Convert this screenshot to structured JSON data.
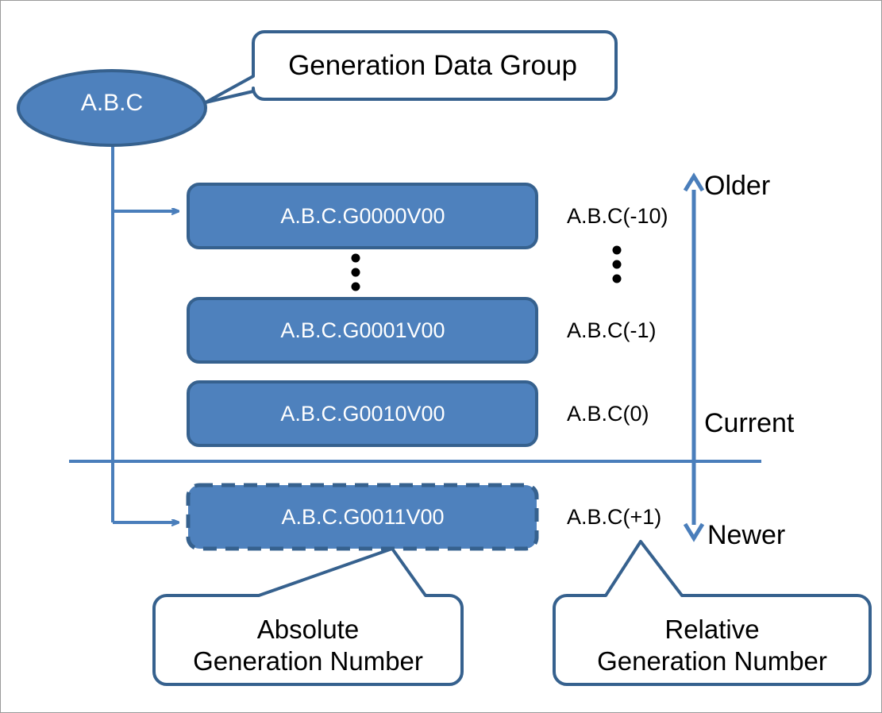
{
  "diagram": {
    "title": "Generation Data Group",
    "background_color": "#ffffff",
    "frame_border_color": "#9a9a9a",
    "shape_fill_color": "#4E81BD",
    "shape_border_color": "#36618E",
    "connector_color": "#4A7EBB",
    "callout_border_color": "#36618E",
    "text_on_shape_color": "#ffffff",
    "text_color": "#000000"
  },
  "root": {
    "shape": "ellipse",
    "label": "A.B.C"
  },
  "root_callout": {
    "label": "Generation Data Group"
  },
  "generations": [
    {
      "absolute": "A.B.C.G0000V00",
      "relative": "A.B.C(-10)",
      "style": "solid",
      "ellipsis_below": true
    },
    {
      "absolute": "A.B.C.G0001V00",
      "relative": "A.B.C(-1)",
      "style": "solid",
      "ellipsis_below": false
    },
    {
      "absolute": "A.B.C.G0010V00",
      "relative": "A.B.C(0)",
      "style": "solid",
      "ellipsis_below": false
    },
    {
      "absolute": "A.B.C.G0011V00",
      "relative": "A.B.C(+1)",
      "style": "dashed",
      "ellipsis_below": false
    }
  ],
  "ellipsis_glyph": "⋮",
  "time_axis": {
    "top_label": "Older",
    "middle_label": "Current",
    "bottom_label": "Newer",
    "direction": "bidirectional"
  },
  "bottom_callouts": [
    {
      "line1": "Absolute",
      "line2": "Generation Number"
    },
    {
      "line1": "Relative",
      "line2": "Generation Number"
    }
  ]
}
